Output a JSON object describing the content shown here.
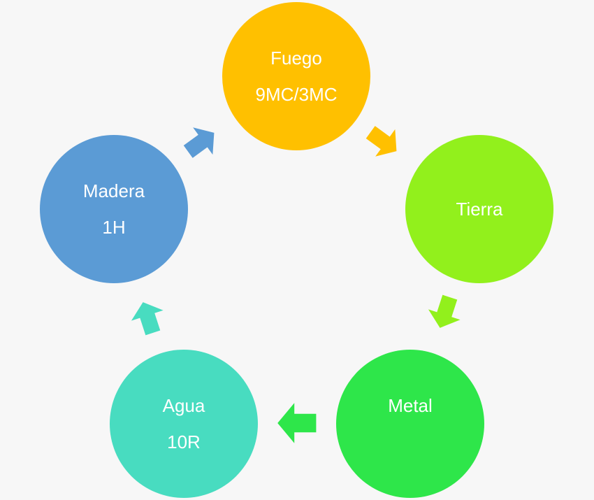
{
  "diagram": {
    "type": "cycle",
    "nodes": [
      {
        "id": "fuego",
        "label": "Fuego",
        "sub": "9MC/3MC",
        "color": "#ffc000"
      },
      {
        "id": "tierra",
        "label": "Tierra",
        "sub": "",
        "color": "#92f01c"
      },
      {
        "id": "metal",
        "label": "Metal",
        "sub": "",
        "color": "#2ee64a"
      },
      {
        "id": "agua",
        "label": "Agua",
        "sub": "10R",
        "color": "#48dcc0"
      },
      {
        "id": "madera",
        "label": "Madera",
        "sub": "1H",
        "color": "#5b9bd5"
      }
    ],
    "edges": [
      {
        "from": "fuego",
        "to": "tierra",
        "color": "#ffc000"
      },
      {
        "from": "tierra",
        "to": "metal",
        "color": "#92f01c"
      },
      {
        "from": "metal",
        "to": "agua",
        "color": "#2ee64a"
      },
      {
        "from": "agua",
        "to": "madera",
        "color": "#48dcc0"
      },
      {
        "from": "madera",
        "to": "fuego",
        "color": "#5b9bd5"
      }
    ]
  }
}
